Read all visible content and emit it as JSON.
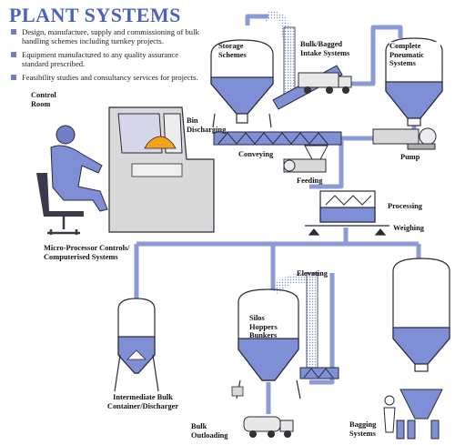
{
  "title": "PLANT SYSTEMS",
  "bullets": [
    "Design, manufacture, supply and commissioning of bulk handling schemes including turnkey projects.",
    "Equipment manufactured to any quality assurance standard prescribed.",
    "Feasibility studies and consultancy services for projects."
  ],
  "labels": {
    "control_room": "Control Room",
    "storage_schemes": "Storage Schemes",
    "bulk_bagged_intake": "Bulk/Bagged Intake Systems",
    "complete_pneumatic": "Complete Pneumatic Systems",
    "bin_discharging": "Bin Discharging",
    "conveying": "Conveying",
    "pump": "Pump",
    "feeding": "Feeding",
    "processing": "Processing",
    "weighing": "Weighing",
    "micro_processor": "Micro-Processor Controls/ Computerised Systems",
    "elevating": "Elevating",
    "silos": "Silos Hoppers Bunkers",
    "ibc": "Intermediate Bulk Container/Discharger",
    "bulk_outloading": "Bulk Outloading",
    "bagging": "Bagging Systems"
  },
  "colors": {
    "title": "#4a63b8",
    "pipe": "#8d9ad8",
    "fill": "#7f8fd6",
    "outline": "#2a2a3a"
  }
}
